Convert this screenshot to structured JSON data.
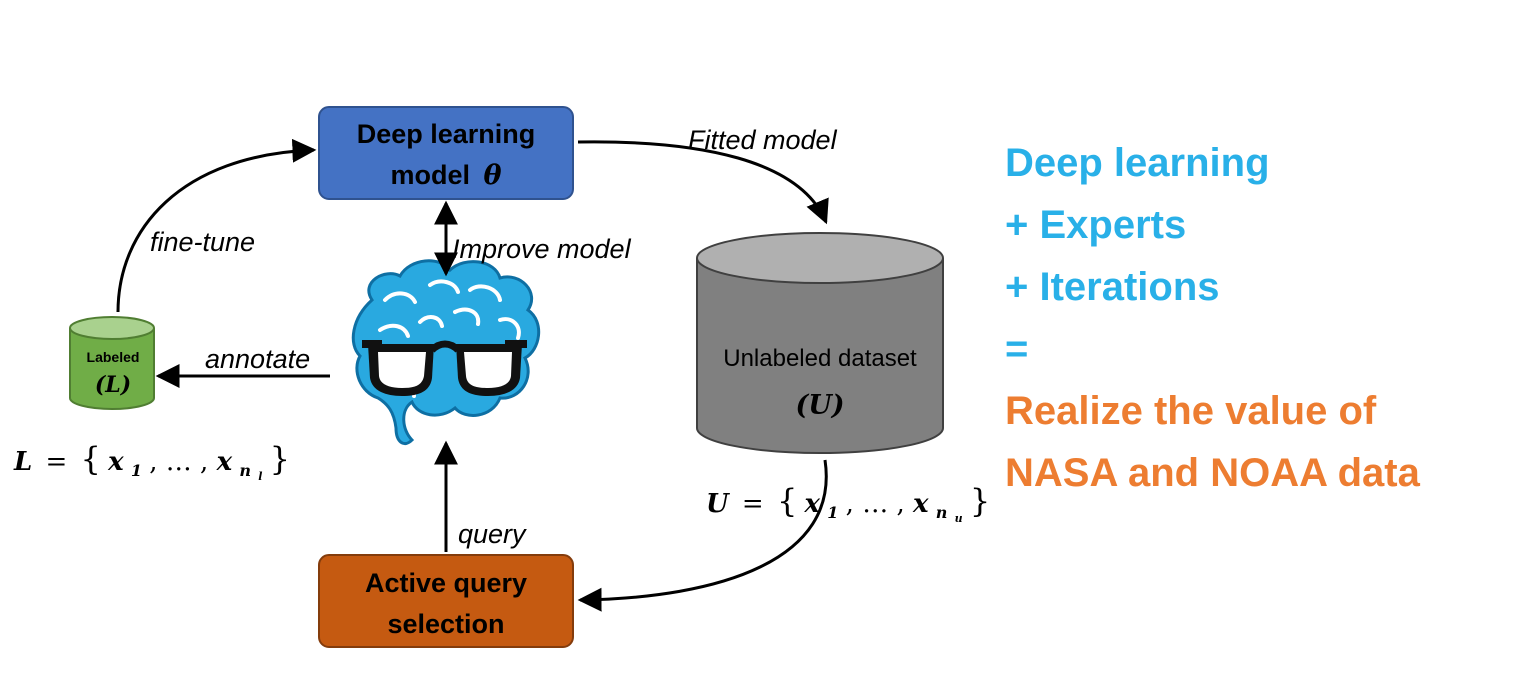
{
  "nodes": {
    "model": {
      "line1": "Deep learning",
      "line2": "model",
      "symbol": "θ"
    },
    "query_selection": {
      "line1": "Active query",
      "line2": "selection"
    },
    "labeled": {
      "label": "Labeled",
      "symbol": "(L)"
    },
    "unlabeled": {
      "label": "Unlabeled dataset",
      "symbol": "(U)"
    },
    "expert_icon": "brain-with-glasses-icon"
  },
  "edges": {
    "fitted_model": "Fitted model",
    "improve_model": "Improve model",
    "fine_tune": "fine-tune",
    "annotate": "annotate",
    "query": "query"
  },
  "formulas": {
    "labeled_set": {
      "lhs": "L",
      "eq": "=",
      "open": "{",
      "x1": "x",
      "sub1": "1",
      "dots": ", … , ",
      "xn": "x",
      "subn": "n",
      "subsub": "l",
      "close": "}"
    },
    "unlabeled_set": {
      "lhs": "U",
      "eq": "=",
      "open": "{",
      "x1": "x",
      "sub1": "1",
      "dots": ", … , ",
      "xn": "x",
      "subn": "n",
      "subsub": "u",
      "close": "}"
    }
  },
  "side_text": {
    "lines": [
      "Deep learning",
      "+ Experts",
      "+ Iterations",
      "="
    ],
    "conclusion": [
      "Realize the value of",
      "NASA and NOAA data"
    ]
  },
  "colors": {
    "model_box": "#4472C4",
    "query_box": "#C55A11",
    "labeled_cylinder": "#70AD47",
    "unlabeled_cylinder": "#808080",
    "brain": "#29A9E0",
    "side_blue": "#29B0E8",
    "side_orange": "#ED7D31"
  }
}
